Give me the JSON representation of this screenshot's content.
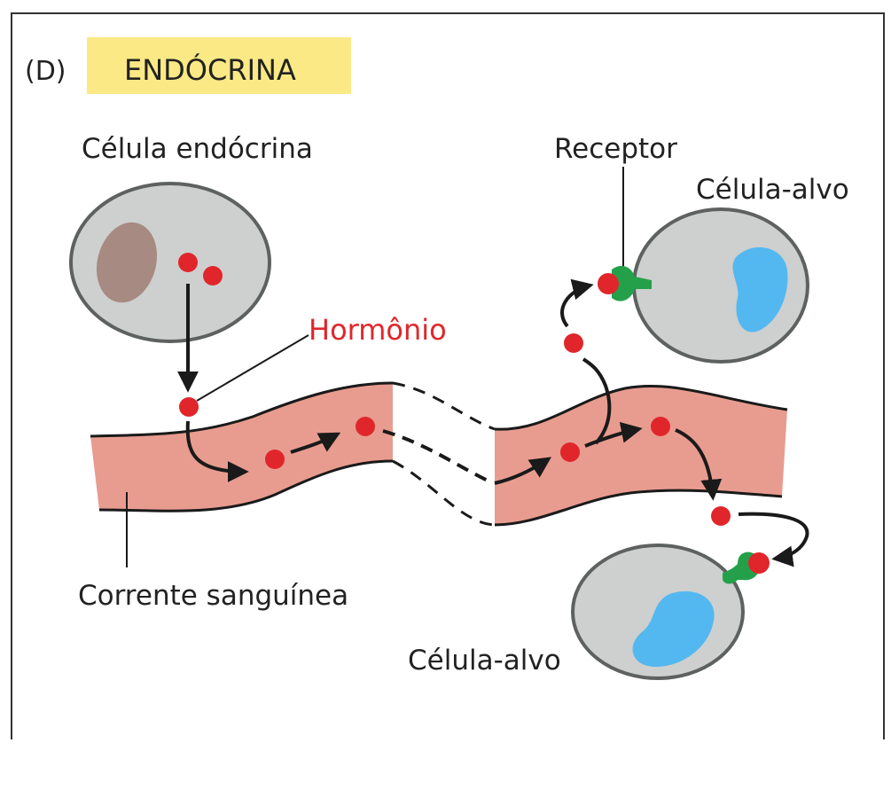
{
  "panel": {
    "letter": "(D)",
    "title": "ENDÓCRINA",
    "title_bg": "#fbe985"
  },
  "labels": {
    "endocrine_cell": "Célula endócrina",
    "hormone": "Hormônio",
    "receptor": "Receptor",
    "target_cell_top": "Célula-alvo",
    "target_cell_bottom": "Célula-alvo",
    "bloodstream": "Corrente sanguínea"
  },
  "colors": {
    "cell_fill": "#cdd0cf",
    "cell_stroke": "#5d6160",
    "endocrine_nucleus": "#a78b82",
    "target_nucleus": "#54b8f0",
    "bloodstream": "#e89c8f",
    "hormone": "#e0262b",
    "hormone_label": "#e0262b",
    "receptor": "#24a04a",
    "arrow": "#1a1a1a"
  }
}
